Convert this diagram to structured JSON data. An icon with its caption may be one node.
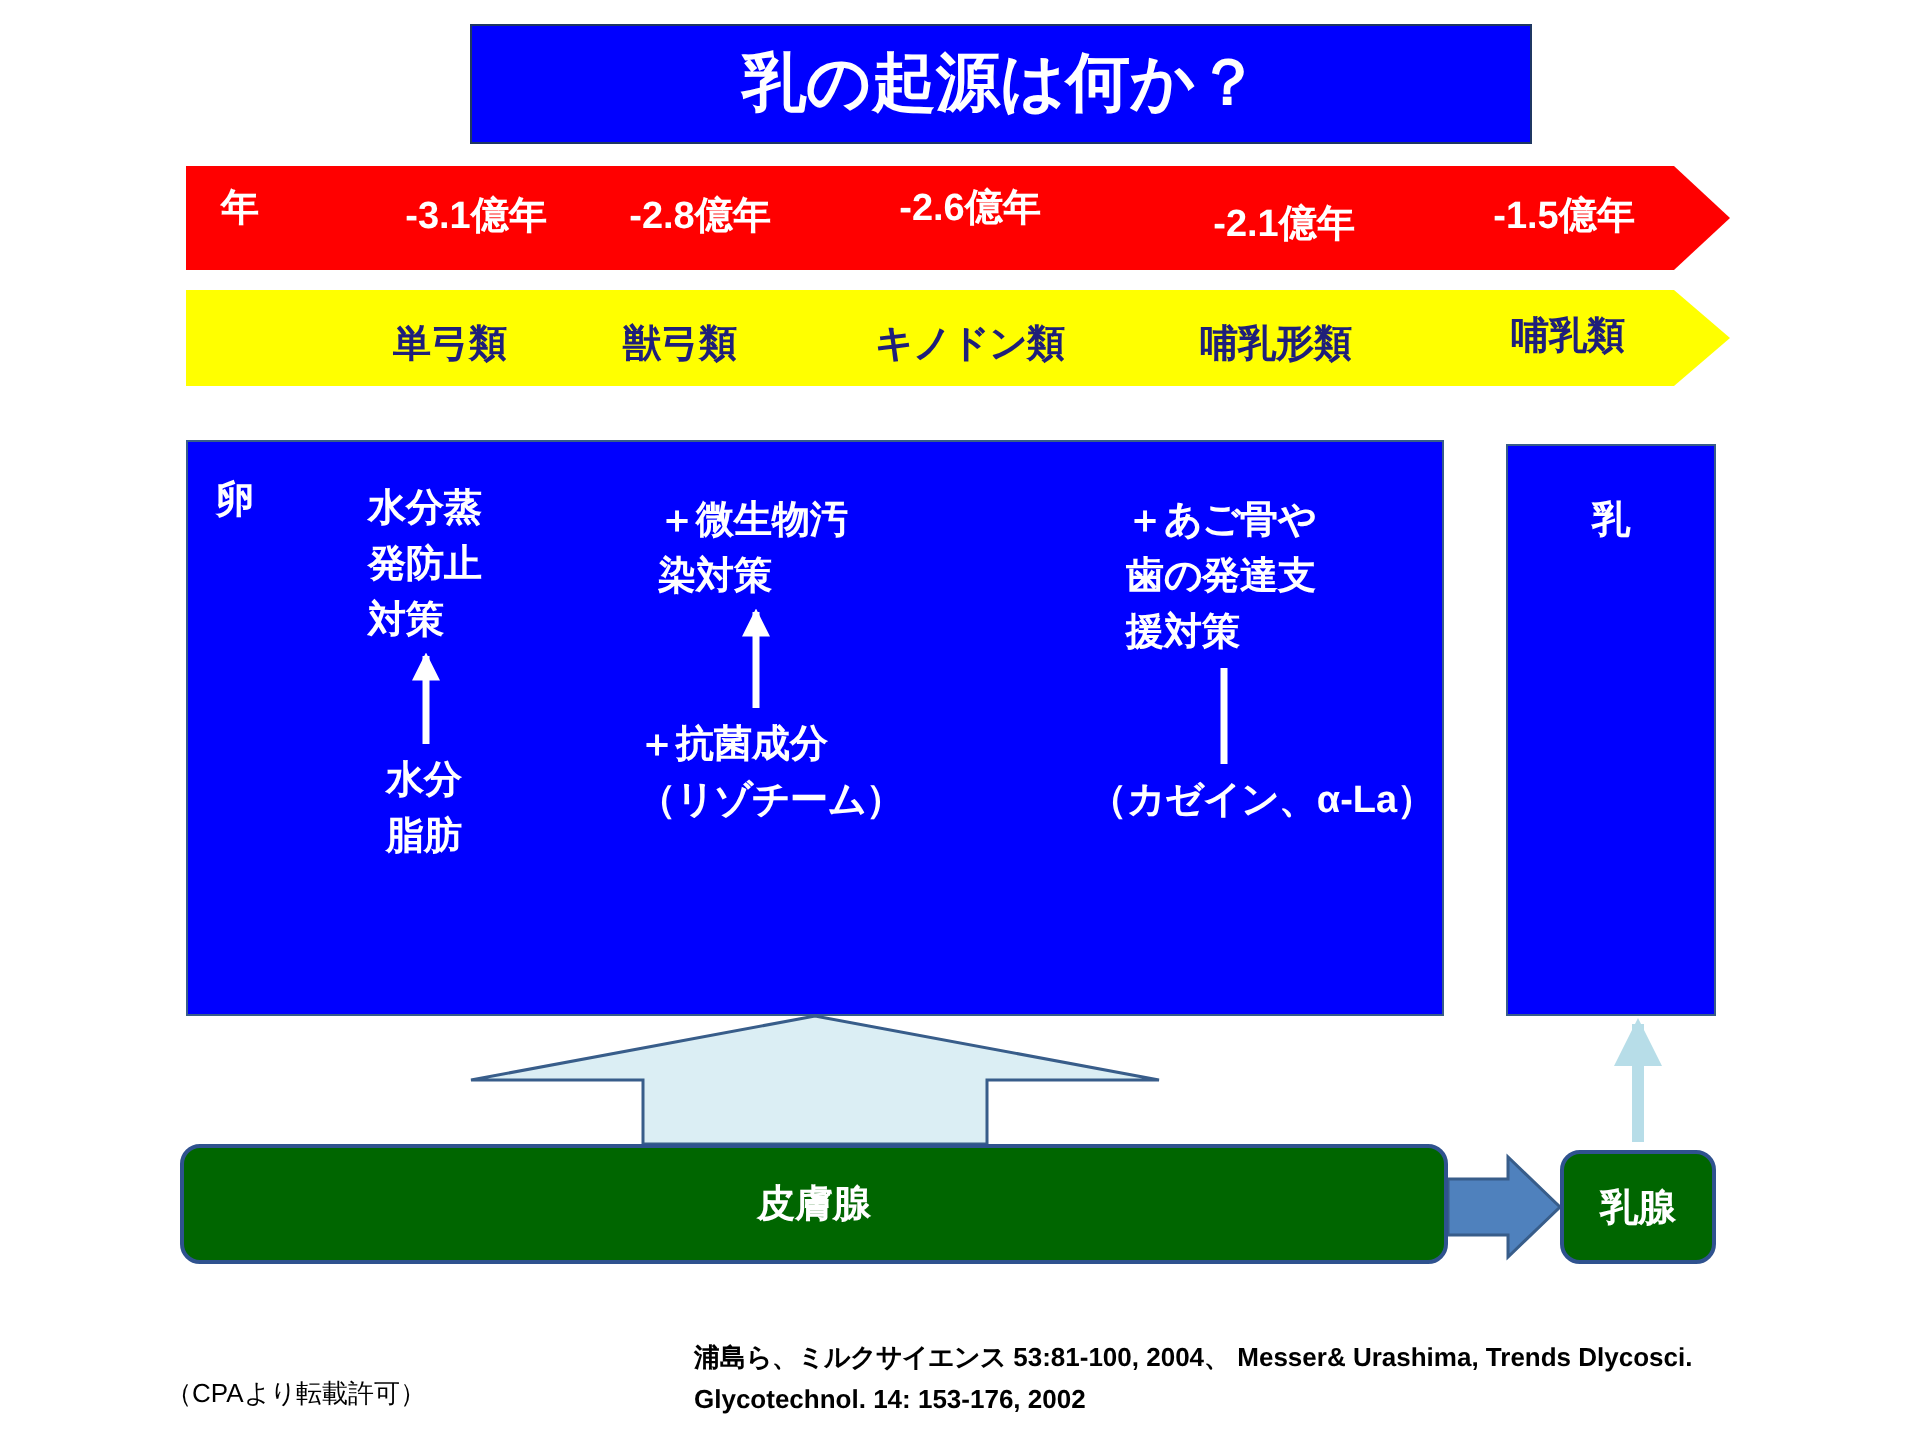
{
  "diagram": {
    "title": "乳の起源は何か？",
    "nodes": [
      {
        "text": [
          "年",
          "-3.1億年",
          "-2.8億年",
          "-2.6億年",
          "-2.1億年",
          "-1.5億年"
        ]
      },
      {
        "text": [
          "単弓類",
          "獣弓類",
          "キノドン類",
          "哺乳形類",
          "哺乳類"
        ]
      },
      {
        "text": [
          "卵"
        ]
      },
      {
        "text": [
          "水分蒸発防止対策"
        ],
        "in": 2
      },
      {
        "text": [
          "水分脂肪"
        ],
        "in": 2
      },
      {
        "text": [
          "＋微生物汚染対策"
        ],
        "in": 2
      },
      {
        "text": [
          "＋抗菌成分",
          "（リゾチーム）"
        ],
        "in": 2
      },
      {
        "text": [
          "＋あご骨や歯の発達支援対策"
        ],
        "in": 2
      },
      {
        "text": [
          "（カゼイン、α-La）"
        ],
        "in": 2
      },
      {
        "text": [
          "乳"
        ]
      },
      {
        "text": [
          "皮膚腺"
        ]
      },
      {
        "text": [
          "乳腺"
        ]
      }
    ],
    "edges": [
      {
        "from": 4,
        "to": 3,
        "arrow": "to"
      },
      {
        "from": 6,
        "to": 5,
        "arrow": "to"
      },
      {
        "from": 8,
        "to": 7,
        "arrow": "none"
      },
      {
        "from": 10,
        "to": 2,
        "arrow": "to",
        "style": "thick",
        "color": "#dbeef4"
      },
      {
        "from": 10,
        "to": 11,
        "arrow": "to",
        "style": "thick",
        "color": "#4f81bd"
      },
      {
        "from": 11,
        "to": 9,
        "arrow": "to",
        "color": "#b7dde8"
      }
    ],
    "labels": [
      "浦島ら、ミルクサイエンス 53:81-100, 2004、 Messer& Urashima, Trends Dlycosci. Glycotechnol. 14: 153-176, 2002",
      "（CPAより転載許可）"
    ]
  }
}
